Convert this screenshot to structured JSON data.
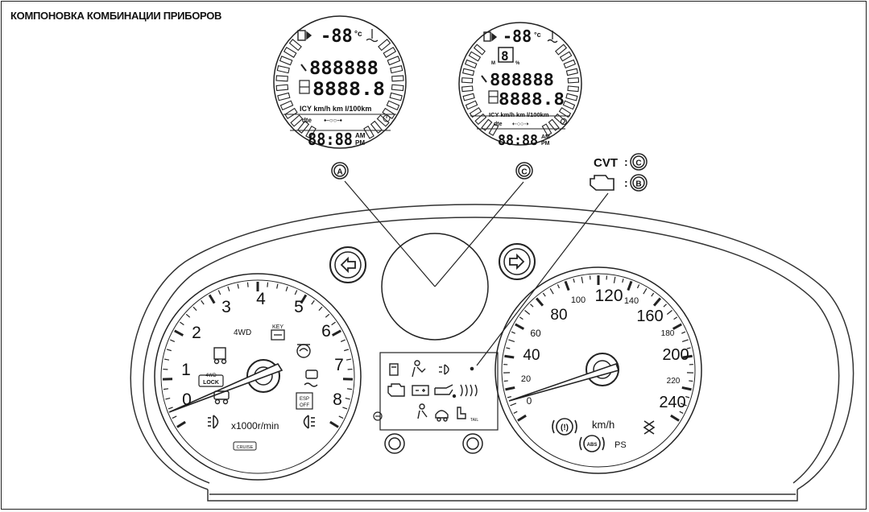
{
  "title": "КОМПОНОВКА КОМБИНАЦИИ ПРИБОРОВ",
  "callouts": {
    "a": "A",
    "c": "C",
    "b": "B",
    "cvt": "CVT",
    "sep": ":"
  },
  "display_a": {
    "temp": "-88",
    "temp_unit": "°c",
    "odo": "888888",
    "trip": "8888.8",
    "units": "ICY km/h km l/100km",
    "dte": "dte",
    "clock": "88:88",
    "am": "AM",
    "pm": "PM"
  },
  "display_c": {
    "temp": "-88",
    "temp_unit": "°c",
    "gear": "8",
    "gear_m": "M",
    "gear_pct": "%",
    "odo": "888888",
    "trip": "8888.8",
    "units": "ICY km/h km l/100km",
    "dte": "dte",
    "clock": "88:88",
    "am": "AM",
    "pm": "PM"
  },
  "tachometer": {
    "labels": [
      "0",
      "1",
      "2",
      "3",
      "4",
      "5",
      "6",
      "7",
      "8"
    ],
    "unit": "x1000r/min",
    "four_wd": "4WD",
    "key": "KEY",
    "four_wd_lock_top": "4WD",
    "four_wd_lock_bottom": "LOCK",
    "esp": "ESP",
    "esp_off": "OFF",
    "cruise": "CRUISE"
  },
  "speedometer": {
    "major_labels": [
      "0",
      "20",
      "40",
      "60",
      "80",
      "100",
      "120",
      "140",
      "160",
      "180",
      "200",
      "220",
      "240"
    ],
    "unit": "km/h",
    "ps": "PS",
    "abs": "ABS",
    "brake": "(!)"
  },
  "center": {
    "tail": "TAIL"
  }
}
